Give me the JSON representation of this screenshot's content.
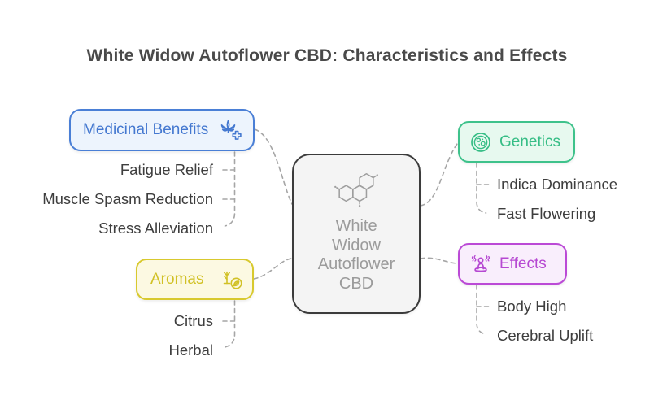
{
  "title": "White Widow Autoflower CBD: Characteristics and Effects",
  "title_color": "#4a4a4a",
  "connector_color": "#a6a6a6",
  "item_text_color": "#3e3e3e",
  "center_node": {
    "label": "White Widow Autoflower CBD",
    "label_lines": [
      "White",
      "Widow",
      "Autoflower",
      "CBD"
    ],
    "icon": "molecule-icon",
    "border_color": "#3b3b3b",
    "background": "#f4f4f4",
    "text_color": "#9b9b9b"
  },
  "branches": [
    {
      "label": "Medicinal Benefits",
      "icon": "medical-cannabis-icon",
      "color": "#4a7fd6",
      "background": "#edf4fd",
      "items": [
        "Fatigue Relief",
        "Muscle Spasm Reduction",
        "Stress Alleviation"
      ]
    },
    {
      "label": "Genetics",
      "icon": "cell-culture-icon",
      "color": "#3ec28b",
      "background": "#e7f9ef",
      "items": [
        "Indica Dominance",
        "Fast Flowering"
      ]
    },
    {
      "label": "Aromas",
      "icon": "herb-leaf-icon",
      "color": "#d8c92e",
      "background": "#fcf9e2",
      "items": [
        "Citrus",
        "Herbal"
      ]
    },
    {
      "label": "Effects",
      "icon": "meditation-icon",
      "color": "#bb4ad6",
      "background": "#f9eefc",
      "items": [
        "Body High",
        "Cerebral Uplift"
      ]
    }
  ]
}
